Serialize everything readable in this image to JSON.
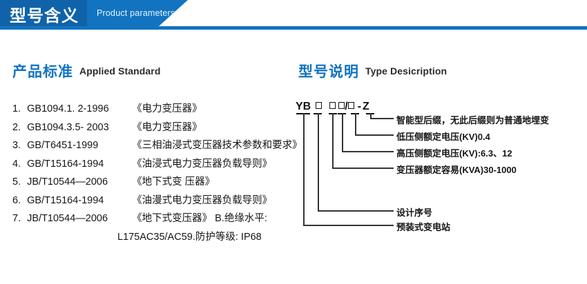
{
  "banner": {
    "title": "型号含义",
    "subtitle": "Product parameters",
    "bar_color": "#1273c0",
    "dark_color": "#1063a8",
    "text_color": "#ffffff"
  },
  "sections": {
    "standard": {
      "cn": "产品标准",
      "en": "Applied Standard",
      "accent_color": "#1273c0"
    },
    "type": {
      "cn": "型号说明",
      "en": "Type Desicription",
      "accent_color": "#1273c0"
    }
  },
  "standards": [
    {
      "index": "1.",
      "code": "GB1094.1. 2-1996",
      "name": "《电力变压器》"
    },
    {
      "index": "2.",
      "code": "GB1094.3.5- 2003",
      "name": "《电力变压器》"
    },
    {
      "index": "3.",
      "code": "GB/T6451-1999",
      "name": "《三相油浸式变压器技术参数和要求》"
    },
    {
      "index": "4.",
      "code": "GB/T15164-1994",
      "name": "《油浸式电力变压器负载导则》"
    },
    {
      "index": "5.",
      "code": "JB/T10544—2006",
      "name": "《地下式变 压器》"
    },
    {
      "index": "6.",
      "code": "GB/T15164-1994",
      "name": "《油漫式电力变压器负载导则》"
    },
    {
      "index": "7.",
      "code": "JB/T10544—2006",
      "name": "《地下式变压器》 B.绝缘水平:"
    }
  ],
  "standards_continuation": "L175AC35/AC59.防护等级: IP68",
  "type_code": {
    "prefix": "YB",
    "box1": "□",
    "box2": "□",
    "box3": "□",
    "slash": "/",
    "box4": "□",
    "dash": "-",
    "suffix": "Z",
    "full": "YB □ □□/□ -Z"
  },
  "type_labels": [
    {
      "id": "suffix-z",
      "text": "智能型后缀，无此后缀则为普通地埋变"
    },
    {
      "id": "lv-voltage",
      "text": "低压侧额定电压(KV)0.4"
    },
    {
      "id": "hv-voltage",
      "text": "高压侧额定电压(KV):6.3、12"
    },
    {
      "id": "capacity",
      "text": "变压器额定容易(KVA)30-1000"
    },
    {
      "id": "design-serial",
      "text": "设计序号"
    },
    {
      "id": "substation",
      "text": "预装式变电站"
    }
  ]
}
